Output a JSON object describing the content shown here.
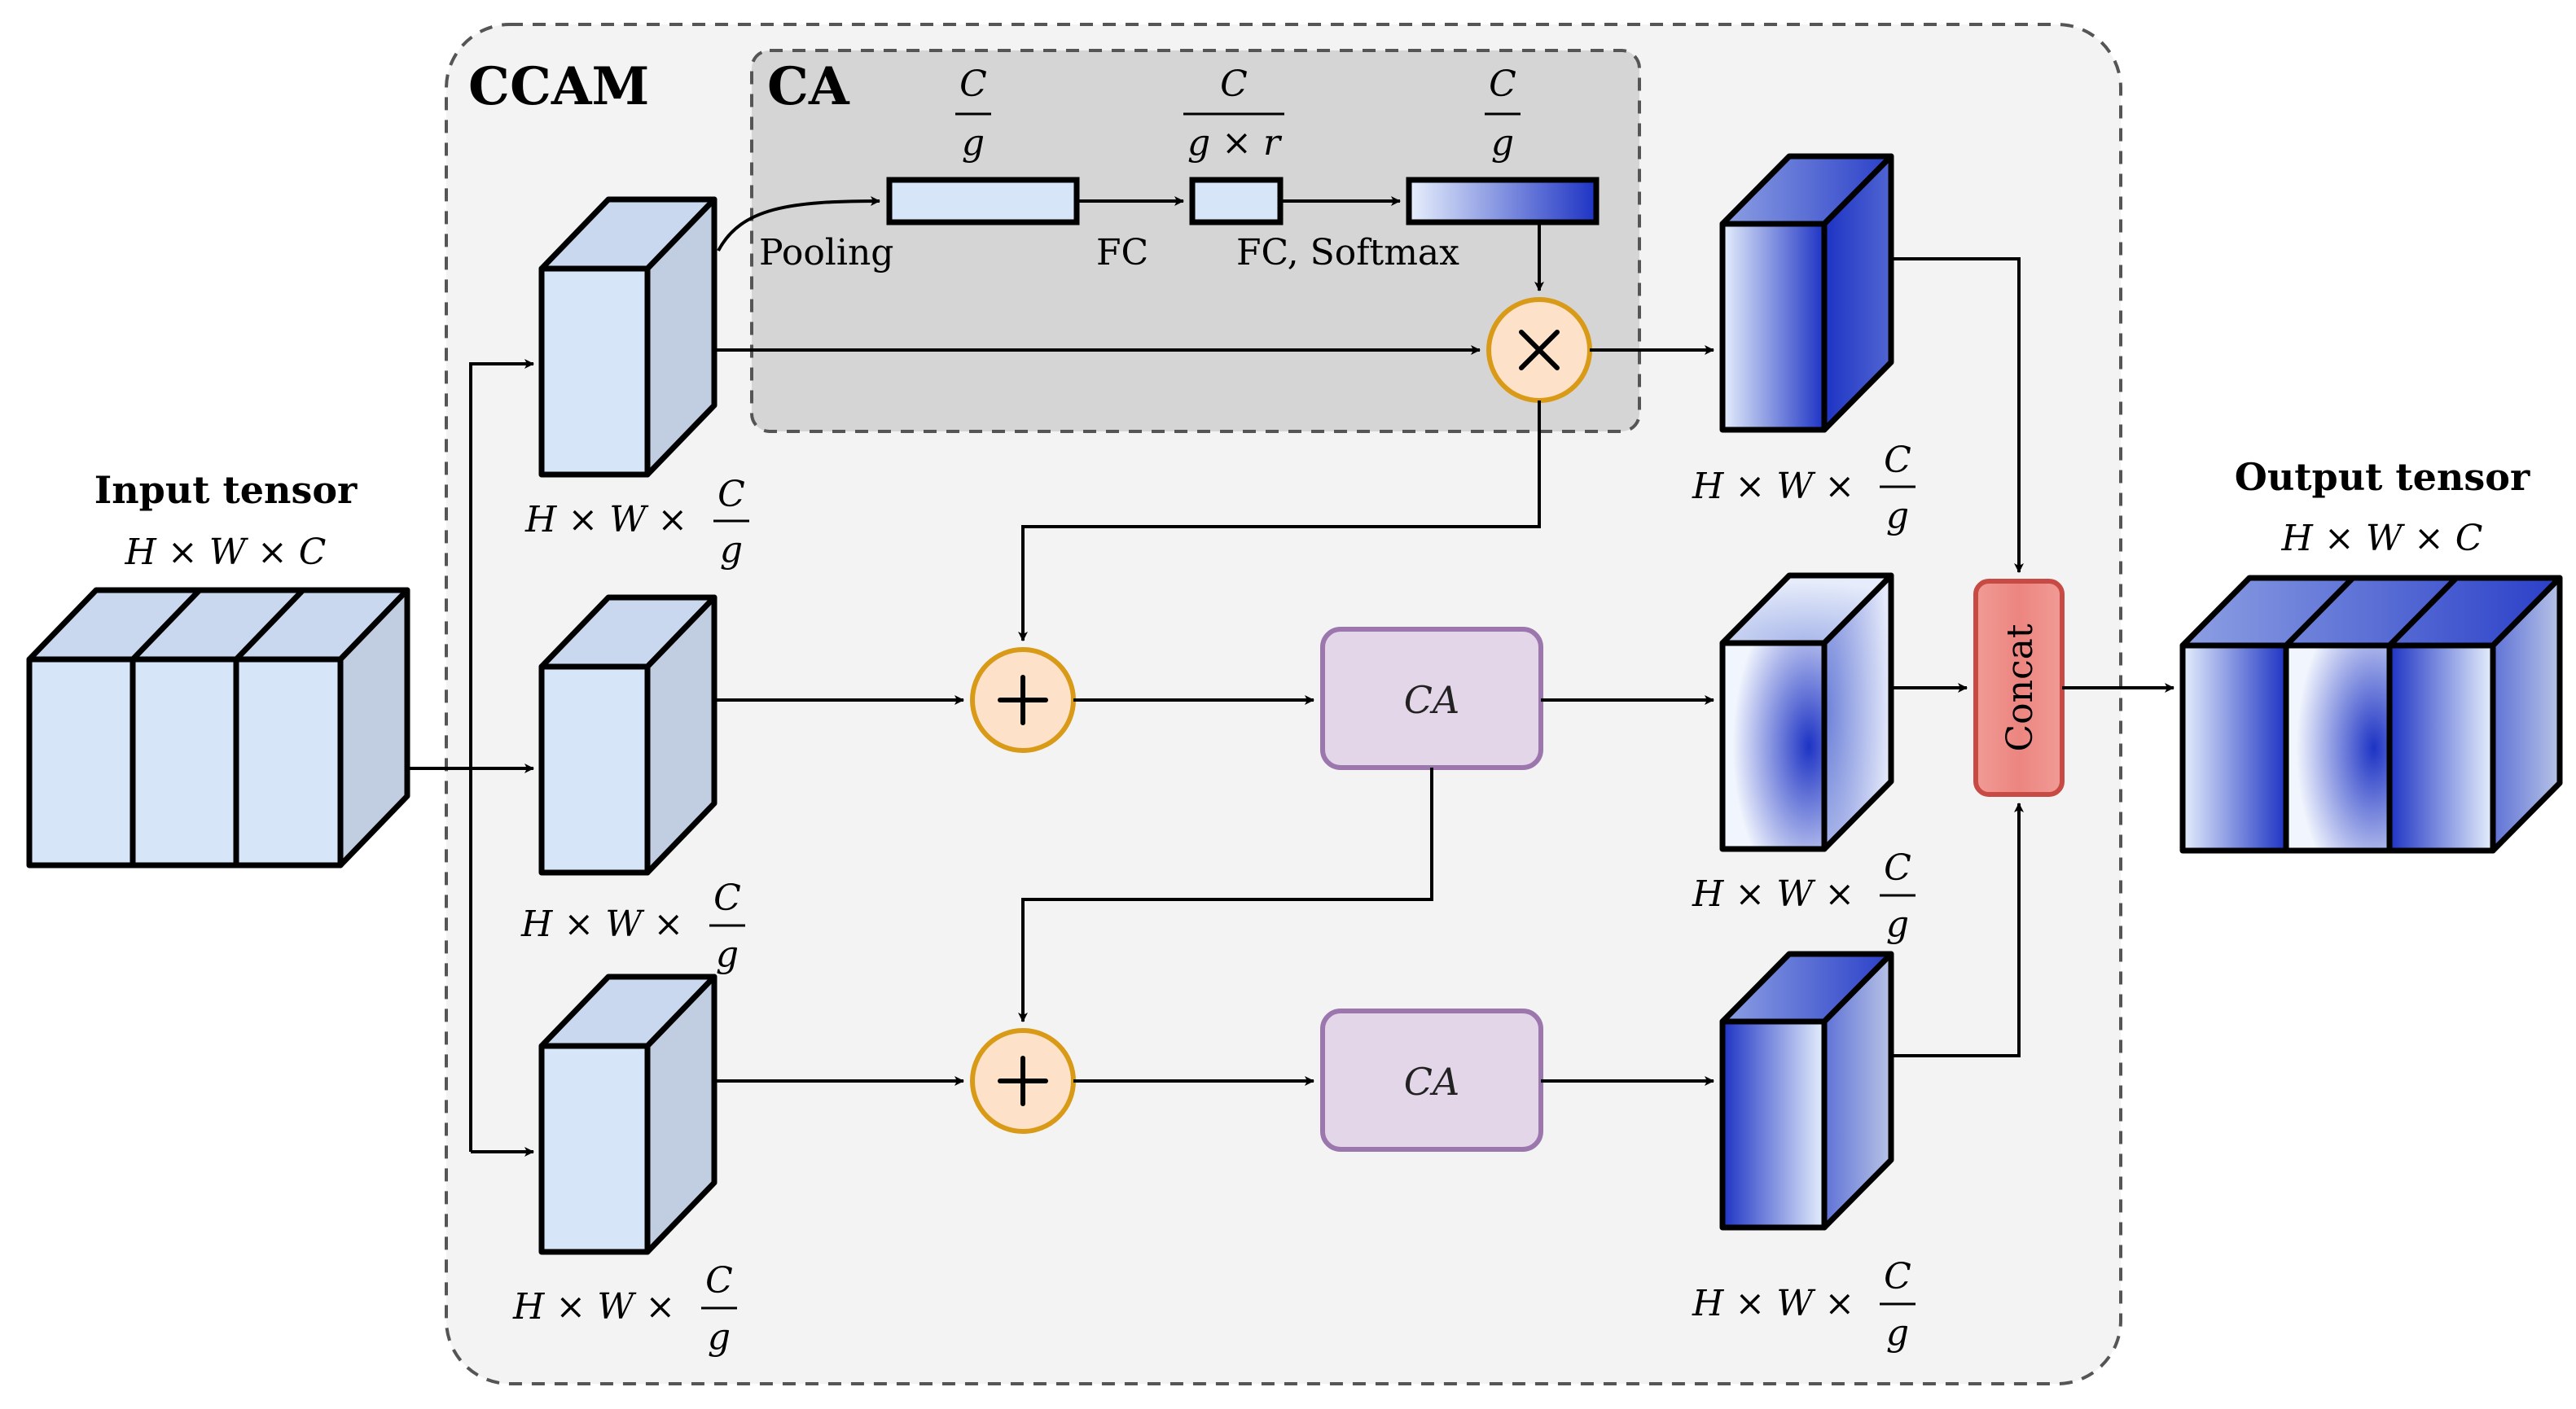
{
  "colors": {
    "cube_front": "#d6e5f7",
    "cube_top": "#c9d8ef",
    "cube_side": "#c1cde0",
    "deep_blue": "#1d33c4",
    "outer_panel": "#f3f3f3",
    "ca_panel": "#d5d5d5",
    "op_fill": "#fde2c9",
    "op_stroke": "#d89a17",
    "ca_box_fill": "#e4d6e9",
    "ca_box_stroke": "#9b77ae",
    "concat_fill": "#ee8f8a",
    "concat_stroke": "#c74a45"
  },
  "panels": {
    "ccam_title": "CCAM",
    "ca_title": "CA"
  },
  "input": {
    "title": "Input tensor",
    "dims": "H × W × C"
  },
  "output": {
    "title": "Output tensor",
    "dims": "H × W × C"
  },
  "dims_prefix": "H × W ×",
  "frac": {
    "num": "C",
    "den_g": "g",
    "den_gr": "g × r"
  },
  "ca_pipeline": {
    "pooling": "Pooling",
    "fc": "FC",
    "fc_softmax": "FC, Softmax"
  },
  "operators": {
    "multiply": "×",
    "add": "+"
  },
  "blocks": {
    "ca": "CA",
    "concat": "Concat"
  }
}
